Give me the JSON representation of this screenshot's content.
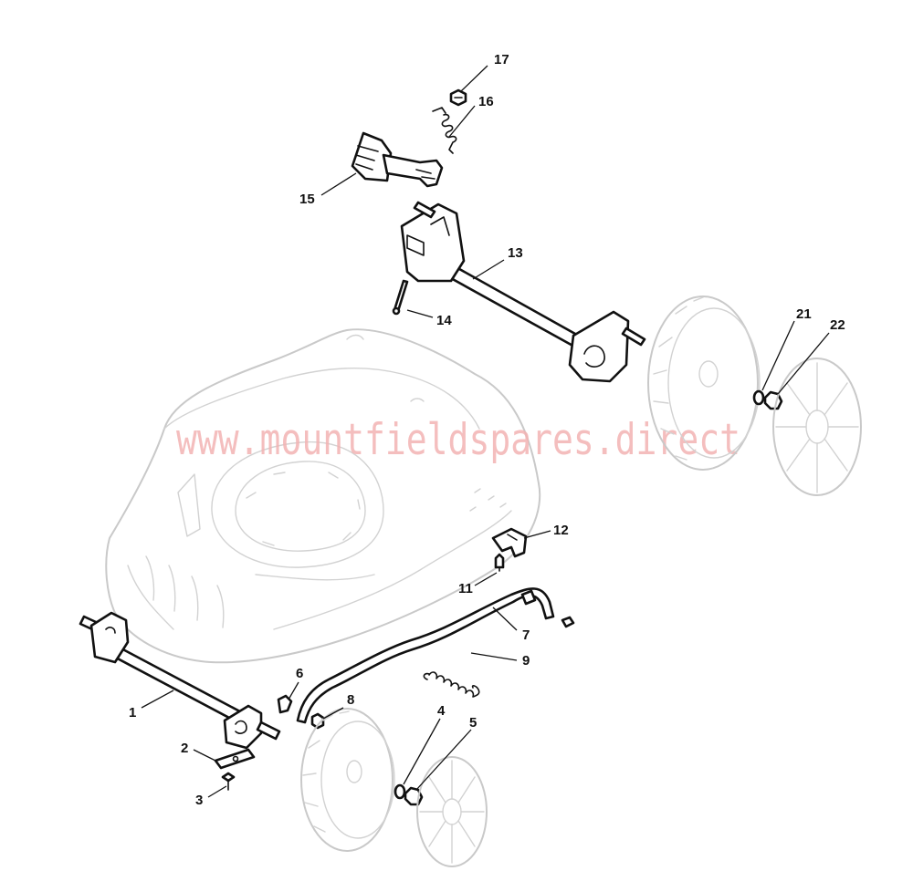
{
  "watermark": "www.mountfieldspares.direct",
  "callouts": [
    {
      "id": "17",
      "label": "17"
    },
    {
      "id": "16",
      "label": "16"
    },
    {
      "id": "15",
      "label": "15"
    },
    {
      "id": "13",
      "label": "13"
    },
    {
      "id": "14",
      "label": "14"
    },
    {
      "id": "21",
      "label": "21"
    },
    {
      "id": "22",
      "label": "22"
    },
    {
      "id": "12",
      "label": "12"
    },
    {
      "id": "11",
      "label": "11"
    },
    {
      "id": "7",
      "label": "7"
    },
    {
      "id": "9",
      "label": "9"
    },
    {
      "id": "6",
      "label": "6"
    },
    {
      "id": "8",
      "label": "8"
    },
    {
      "id": "1",
      "label": "1"
    },
    {
      "id": "2",
      "label": "2"
    },
    {
      "id": "3",
      "label": "3"
    },
    {
      "id": "4",
      "label": "4"
    },
    {
      "id": "5",
      "label": "5"
    }
  ]
}
